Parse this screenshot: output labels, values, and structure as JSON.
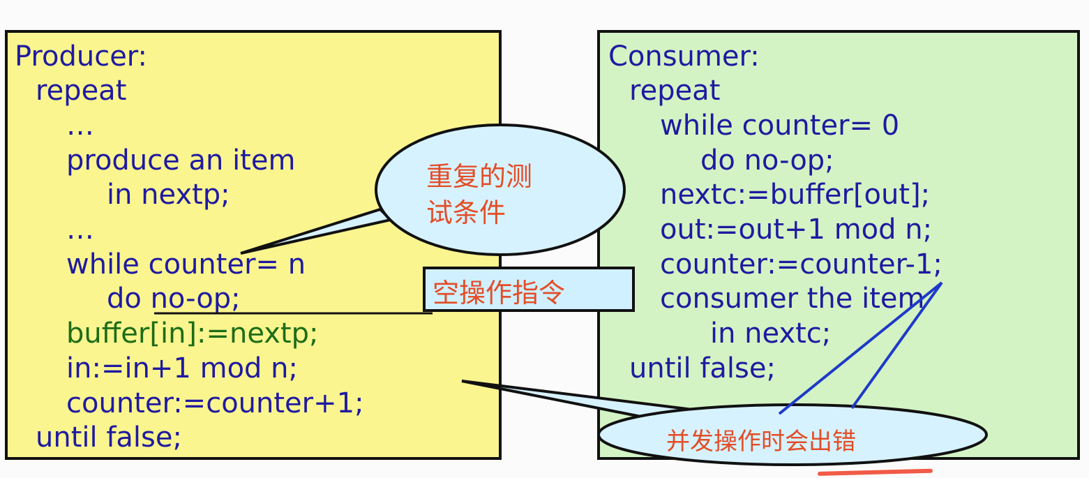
{
  "producer": {
    "lines": [
      "Producer:",
      "repeat",
      "…",
      "produce an item",
      "in nextp;",
      "…",
      "while counter= n",
      "do no-op;",
      "buffer[in]:=nextp;",
      "in:=in+1 mod n;",
      "counter:=counter+1;",
      "until false;"
    ]
  },
  "consumer": {
    "lines": [
      "Consumer:",
      "repeat",
      "while counter= 0",
      "do no-op;",
      "nextc:=buffer[out];",
      "out:=out+1 mod n;",
      "counter:=counter-1;",
      "consumer the item",
      "in nextc;",
      "until false;"
    ]
  },
  "annotations": {
    "bubble_top_line1": "重复的测",
    "bubble_top_line2": "试条件",
    "box_label": "空操作指令",
    "bubble_bottom": "并发操作时会出错"
  },
  "colors": {
    "producer_bg": "#faf58f",
    "consumer_bg": "#d3f3c4",
    "code_blue": "#1f1aa0",
    "code_green": "#1c6d17",
    "note_bg": "#d0f0ff",
    "annotation_red": "#e34d27",
    "callout_line_blue": "#1e3ac9"
  }
}
